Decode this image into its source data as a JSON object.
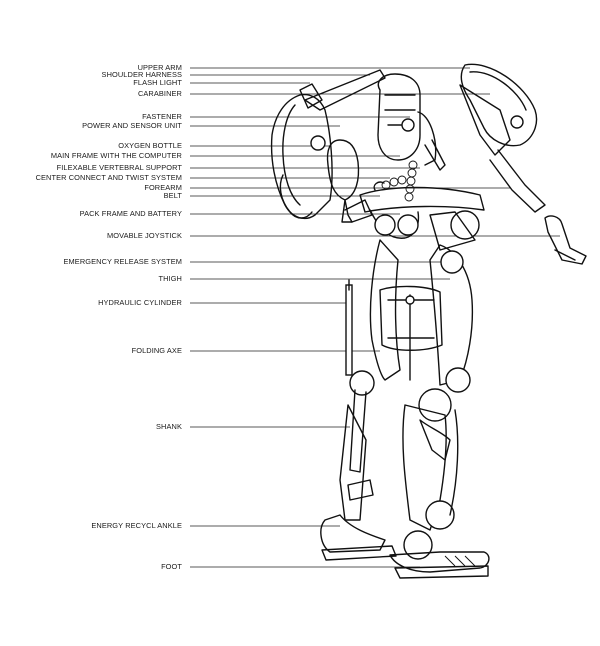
{
  "labels": [
    "UPPER ARM",
    "SHOULDER HARNESS",
    "FLASH LIGHT",
    "CARABINER",
    "FASTENER",
    "POWER AND SENSOR UNIT",
    "OXYGEN BOTTLE",
    "MAIN FRAME WITH THE COMPUTER",
    "FILEXABLE VERTEBRAL SUPPORT",
    "CENTER CONNECT AND TWIST SYSTEM",
    "FOREARM",
    "BELT",
    "PACK FRAME AND BATTERY",
    "MOVABLE JOYSTICK",
    "EMERGENCY RELEASE SYSTEM",
    "THIGH",
    "HYDRAULIC CYLINDER",
    "FOLDING AXE",
    "SHANK",
    "ENERGY RECYCL ANKLE",
    "FOOT"
  ]
}
